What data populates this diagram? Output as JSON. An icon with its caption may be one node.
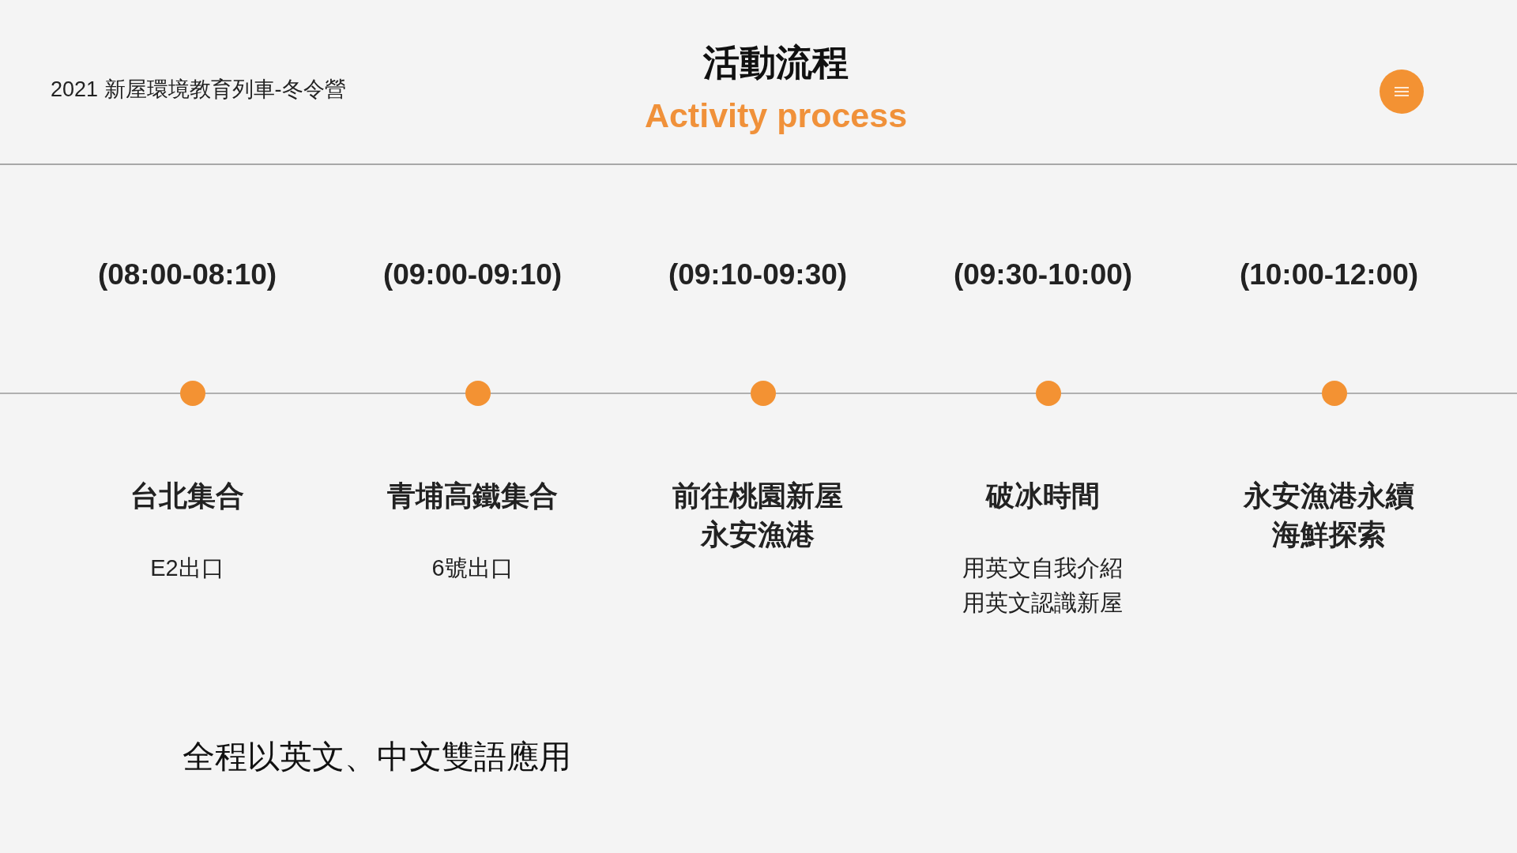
{
  "diagram": {
    "title": "活動流程",
    "nodes": [
      {
        "text": [],
        "shape": "circle",
        "beside": [
          "(08:00-08:10)",
          "台北集合",
          "E2出口"
        ]
      },
      {
        "text": [],
        "shape": "circle",
        "beside": [
          "(09:00-09:10)",
          "青埔高鐵集合",
          "6號出口"
        ]
      },
      {
        "text": [],
        "shape": "circle",
        "beside": [
          "(09:10-09:30)",
          "前往桃園新屋永安漁港"
        ]
      },
      {
        "text": [],
        "shape": "circle",
        "beside": [
          "(09:30-10:00)",
          "破冰時間",
          "用英文自我介紹用英文認識新屋"
        ]
      },
      {
        "text": [],
        "shape": "circle",
        "beside": [
          "(10:00-12:00)",
          "永安漁港永續海鮮探索"
        ]
      }
    ],
    "edges": [
      {
        "from": null,
        "to": 0,
        "arrow": "none"
      },
      {
        "from": 0,
        "to": 1,
        "arrow": "none"
      },
      {
        "from": 1,
        "to": 2,
        "arrow": "none"
      },
      {
        "from": 2,
        "to": 3,
        "arrow": "none"
      },
      {
        "from": 3,
        "to": 4,
        "arrow": "none"
      },
      {
        "from": 4,
        "to": null,
        "arrow": "none"
      }
    ],
    "labels": [
      "2021 新屋環境教育列車-冬令營",
      "Activity process",
      "全程以英文、中文雙語應用"
    ]
  }
}
